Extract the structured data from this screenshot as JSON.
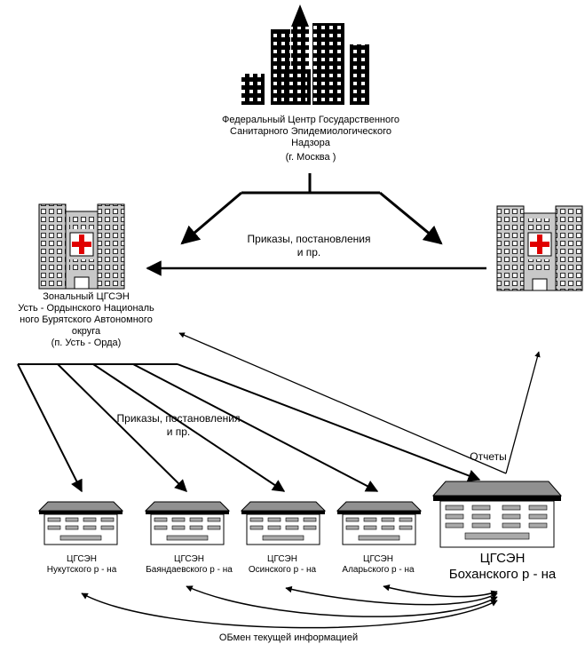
{
  "federal_center": {
    "name": "Федеральный Центр Государственного\nСанитарного Эпидемиологического\nНадзора",
    "location": "(г. Москва )"
  },
  "top_arrows_label": "Приказы, постановления\nи пр.",
  "zonal_center": {
    "name": "Зональный ЦГСЭН\nУсть - Ордынского Националь\nного Бурятского Автономного\nокруга",
    "location": "(п. Усть - Орда)"
  },
  "middle_arrows_label": "Приказы, постановления\nи пр.",
  "reports_label": "Отчеты",
  "district_centers": [
    {
      "title": "ЦГСЭН",
      "district": "Нукутского  р - на"
    },
    {
      "title": "ЦГСЭН",
      "district": "Баяндаевского  р - на"
    },
    {
      "title": "ЦГСЭН",
      "district": "Осинского  р - на"
    },
    {
      "title": "ЦГСЭН",
      "district": "Аларьского  р - на"
    }
  ],
  "main_district": {
    "title": "ЦГСЭН",
    "district": "Боханского  р - на"
  },
  "exchange_label": "ОБмен текущей информацией",
  "colors": {
    "line": "#000000",
    "building_gray": "#c8c8c8",
    "cross": "#e00000"
  }
}
